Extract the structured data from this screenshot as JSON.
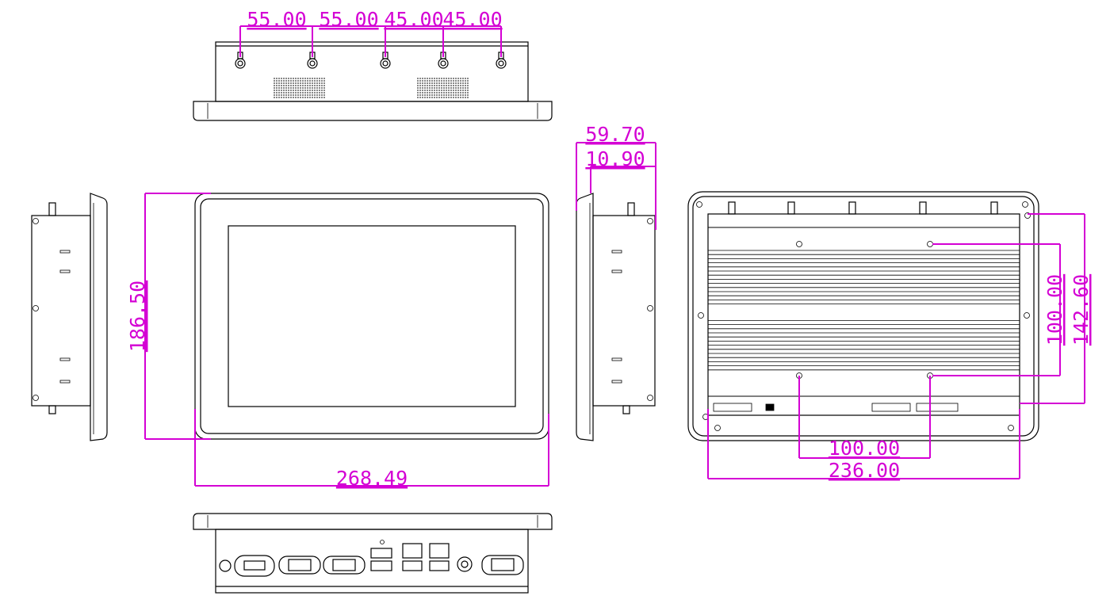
{
  "colors": {
    "dimension": "#d400d4",
    "outline": "#000000",
    "background": "#ffffff"
  },
  "dimensions": {
    "top_spacing_1": "55.00",
    "top_spacing_2": "55.00",
    "top_spacing_3": "45.00",
    "top_spacing_4": "45.00",
    "depth_total": "59.70",
    "bezel_depth": "10.90",
    "front_height": "186.50",
    "front_width": "268.49",
    "vesa_vertical": "100.00",
    "rear_height": "142.60",
    "vesa_horizontal": "100.00",
    "rear_width": "236.00"
  }
}
